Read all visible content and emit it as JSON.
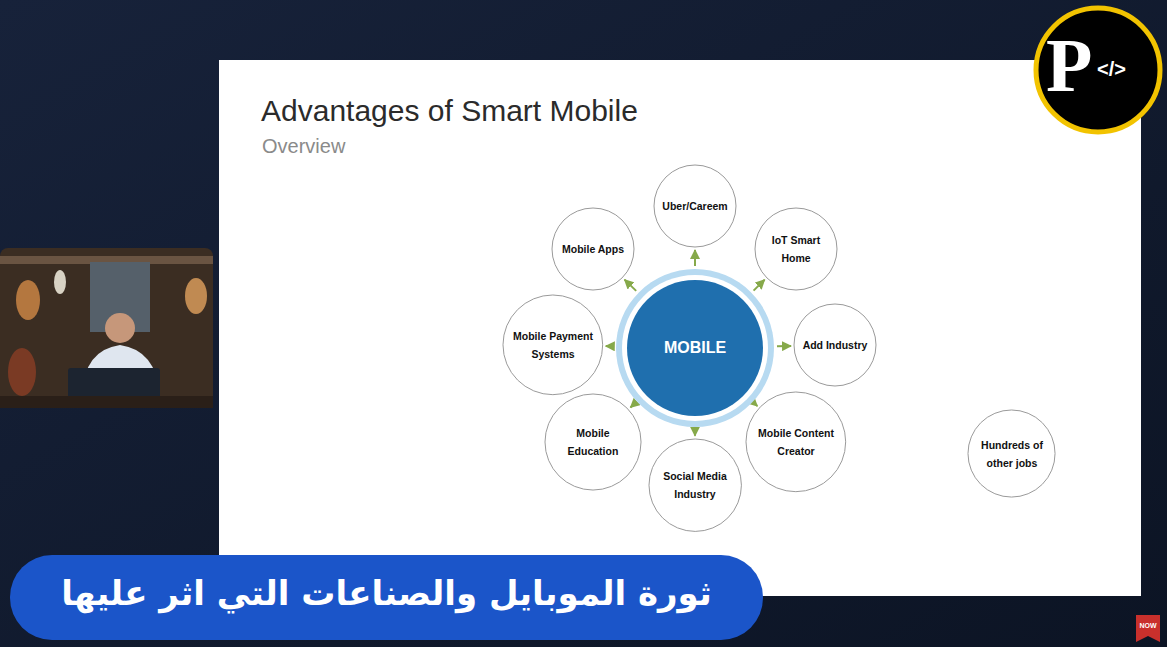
{
  "diagram": {
    "title": "Advantages of Smart Mobile",
    "nodes": [
      {
        "text": [
          "Uber/Careem"
        ]
      },
      {
        "text": [
          "Mobile Apps"
        ]
      },
      {
        "text": [
          "IoT Smart Home"
        ]
      },
      {
        "text": [
          "Mobile Payment Systems"
        ]
      },
      {
        "text": [
          "MOBILE"
        ]
      },
      {
        "text": [
          "Add Industry"
        ]
      },
      {
        "text": [
          "Mobile Education"
        ]
      },
      {
        "text": [
          "Mobile Content Creator"
        ]
      },
      {
        "text": [
          "Hundreds of other jobs"
        ]
      },
      {
        "text": [
          "Social Media Industry"
        ]
      }
    ],
    "edges": [
      {
        "from": 4,
        "to": 0,
        "arrow": "to"
      },
      {
        "from": 4,
        "to": 2,
        "arrow": "to"
      },
      {
        "from": 4,
        "to": 5,
        "arrow": "to"
      },
      {
        "from": 4,
        "to": 7,
        "arrow": "to"
      },
      {
        "from": 4,
        "to": 9,
        "arrow": "to"
      },
      {
        "from": 4,
        "to": 6,
        "arrow": "to"
      },
      {
        "from": 4,
        "to": 3,
        "arrow": "to"
      },
      {
        "from": 4,
        "to": 1,
        "arrow": "to"
      }
    ],
    "labels": [
      "Overview",
      "P",
      "</>",
      "ثورة الموبايل والصناعات التي اثر عليها",
      "NOW"
    ]
  }
}
